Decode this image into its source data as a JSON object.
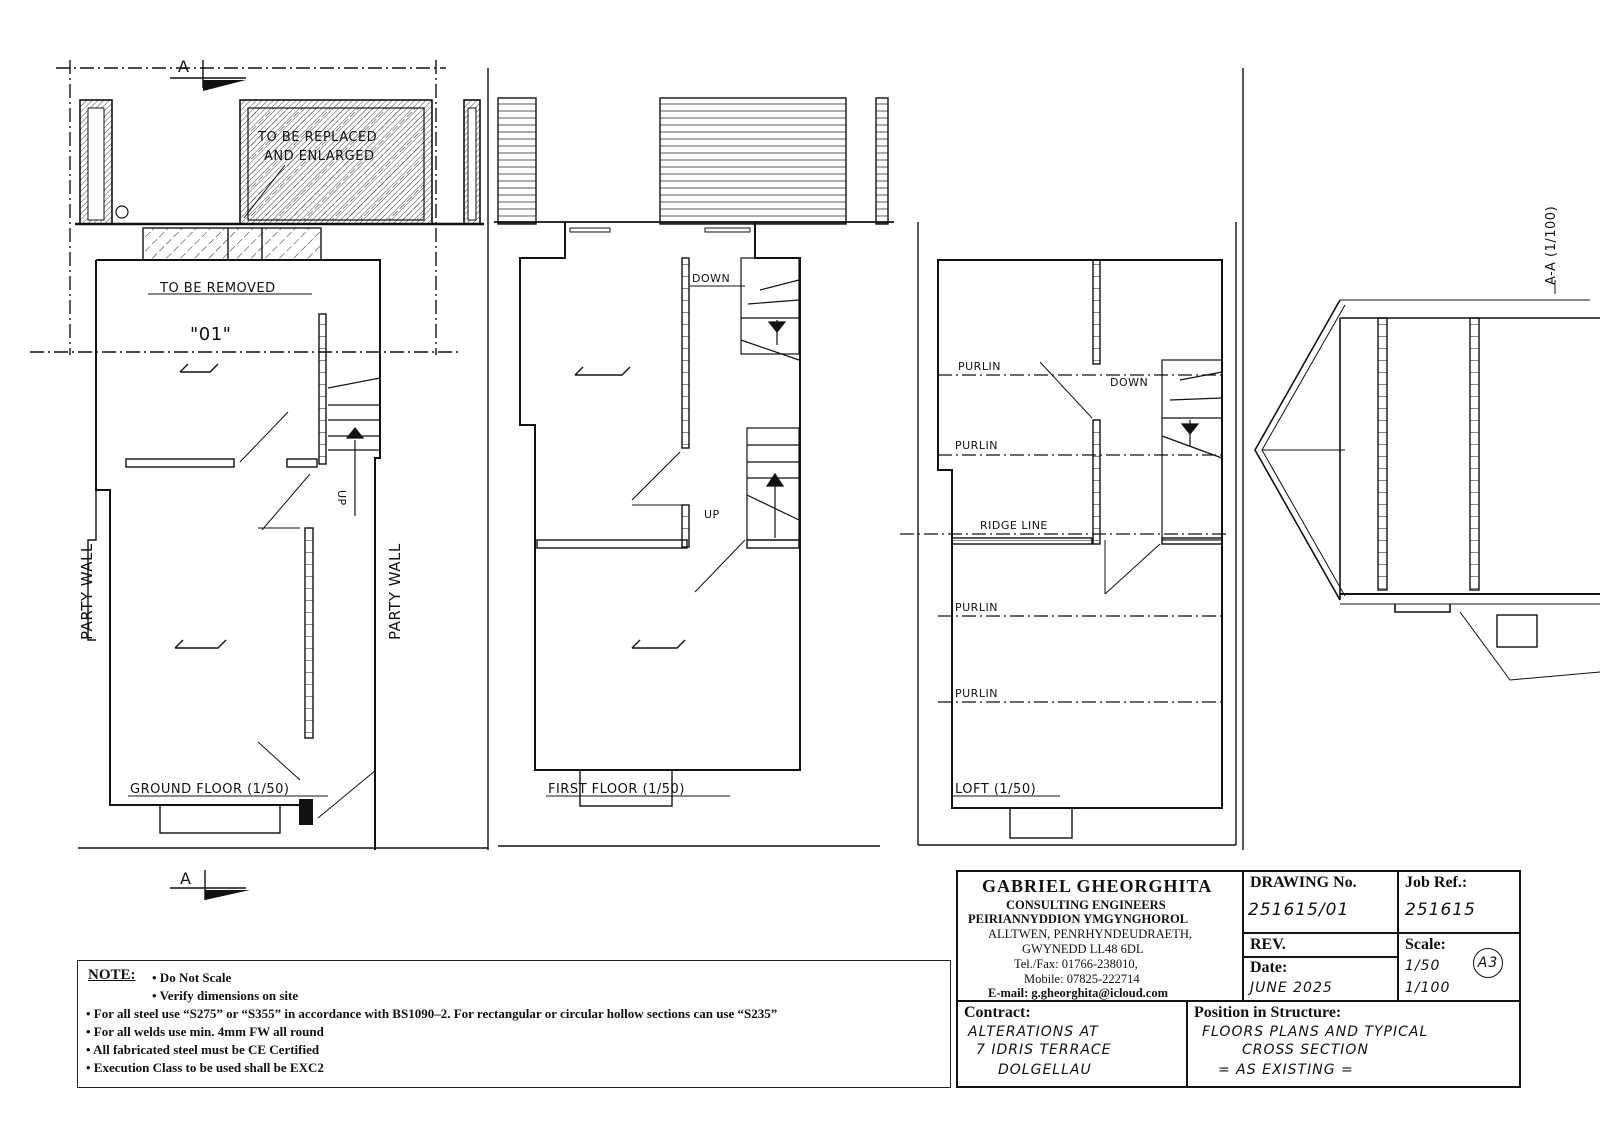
{
  "plans": {
    "ground_floor": {
      "title": "GROUND FLOOR (1/50)",
      "replace_note_1": "TO BE REPLACED",
      "replace_note_2": "AND ENLARGED",
      "remove_note": "TO BE REMOVED",
      "room_label": "\"01\"",
      "up_label": "UP",
      "party_wall_left": "PARTY WALL",
      "party_wall_right": "PARTY WALL",
      "section_marker": "A"
    },
    "first_floor": {
      "title": "FIRST FLOOR (1/50)",
      "down_label": "DOWN",
      "up_label": "UP"
    },
    "loft": {
      "title": "LOFT (1/50)",
      "down_label": "DOWN",
      "purlin_1": "PURLIN",
      "purlin_2": "PURLIN",
      "ridge_line": "RIDGE LINE",
      "purlin_3": "PURLIN",
      "purlin_4": "PURLIN"
    },
    "section": {
      "title": "A-A (1/100)"
    }
  },
  "title_block": {
    "firm_name": "GABRIEL GHEORGHITA",
    "firm_line_1": "CONSULTING ENGINEERS",
    "firm_line_2": "PEIRIANNYDDION YMGYNGHOROL",
    "address_1": "ALLTWEN, PENRHYNDEUDRAETH,",
    "address_2": "GWYNEDD LL48 6DL",
    "phone": "Tel./Fax: 01766-238010,",
    "mobile": "Mobile: 07825-222714",
    "email": "E-mail: g.gheorghita@icloud.com",
    "drawing_no_label": "DRAWING No.",
    "drawing_no": "251615/01",
    "job_ref_label": "Job Ref.:",
    "job_ref": "251615",
    "rev_label": "REV.",
    "date_label": "Date:",
    "date": "JUNE 2025",
    "scale_label": "Scale:",
    "scale_1": "1/50",
    "scale_2": "1/100",
    "sheet_size": "A3",
    "contract_label": "Contract:",
    "contract_1": "ALTERATIONS AT",
    "contract_2": "7 IDRIS TERRACE",
    "contract_3": "DOLGELLAU",
    "position_label": "Position in Structure:",
    "position_1": "FLOORS PLANS AND TYPICAL",
    "position_2": "CROSS SECTION",
    "position_3": "= AS EXISTING ="
  },
  "notes": {
    "title": "NOTE:",
    "items": [
      "• Do Not Scale",
      "• Verify dimensions on site",
      "• For all steel use “S275” or “S355” in accordance with BS1090–2. For rectangular or circular hollow sections can use “S235”",
      "• For all welds use min. 4mm FW all round",
      "• All fabricated steel must be CE Certified",
      "• Execution Class to be used  shall be EXC2"
    ]
  }
}
